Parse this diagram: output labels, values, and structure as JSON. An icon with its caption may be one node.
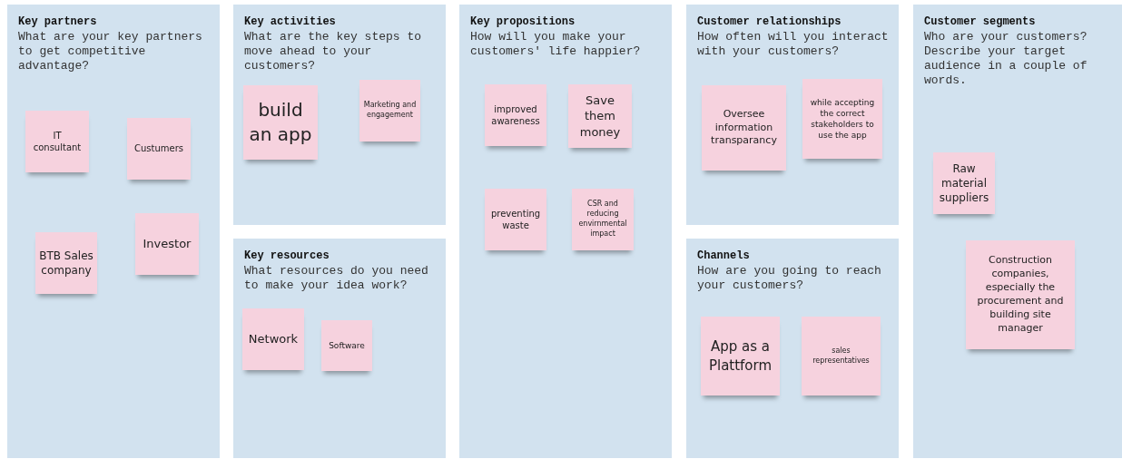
{
  "diagram": {
    "nodes": [
      {
        "text": [
          "Key partners",
          "What are your key partners to get competitive advantage?"
        ]
      },
      {
        "text": [
          "IT consultant"
        ],
        "in": 0
      },
      {
        "text": [
          "Custumers"
        ],
        "in": 0
      },
      {
        "text": [
          "Investor"
        ],
        "in": 0
      },
      {
        "text": [
          "BTB Sales company"
        ],
        "in": 0
      },
      {
        "text": [
          "Key activities",
          "What are the key steps to move ahead to your customers?"
        ]
      },
      {
        "text": [
          "build an app"
        ],
        "in": 5
      },
      {
        "text": [
          "Marketing and engagement"
        ],
        "in": 5
      },
      {
        "text": [
          "Key resources",
          "What resources do you need to make your idea work?"
        ]
      },
      {
        "text": [
          "Network"
        ],
        "in": 8
      },
      {
        "text": [
          "Software"
        ],
        "in": 8
      },
      {
        "text": [
          "Key propositions",
          "How will you make your customers' life happier?"
        ]
      },
      {
        "text": [
          "improved awareness"
        ],
        "in": 11
      },
      {
        "text": [
          "Save them money"
        ],
        "in": 11
      },
      {
        "text": [
          "preventing waste"
        ],
        "in": 11
      },
      {
        "text": [
          "CSR and reducing envirnmental impact"
        ],
        "in": 11
      },
      {
        "text": [
          "Customer relationships",
          "How often will you interact with your customers?"
        ]
      },
      {
        "text": [
          "Oversee information transparancy"
        ],
        "in": 16
      },
      {
        "text": [
          "while accepting the correct stakeholders to use the app"
        ],
        "in": 16
      },
      {
        "text": [
          "Channels",
          "How are you going to reach your customers?"
        ]
      },
      {
        "text": [
          "App as a Plattform"
        ],
        "in": 19
      },
      {
        "text": [
          "sales representatives"
        ],
        "in": 19
      },
      {
        "text": [
          "Customer segments",
          "Who are your customers? Describe your target audience in a couple of words."
        ]
      },
      {
        "text": [
          "Raw material suppliers"
        ],
        "in": 22
      },
      {
        "text": [
          "Construction companies, especially the procurement and building site manager"
        ],
        "in": 22
      }
    ]
  }
}
